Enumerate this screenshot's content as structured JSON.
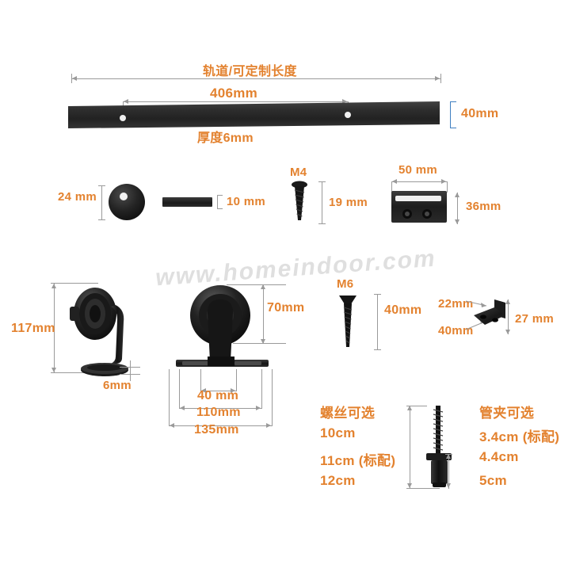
{
  "diagram": {
    "watermark": "www.homeindoor.com",
    "accent_color": "#e3822f",
    "dim_line_color": "#9a9a9a",
    "blue_line_color": "#3f7fc1",
    "hardware_color": "#191919"
  },
  "rail": {
    "title": "轨道/可定制长度",
    "hole_spacing": "406mm",
    "thickness": "厚度6mm",
    "height": "40mm"
  },
  "row2": {
    "cap_diameter": "24 mm",
    "spacer_length": "10 mm",
    "screw_m4_label": "M4",
    "screw_m4_length": "19 mm",
    "stopper_width": "50 mm",
    "stopper_height": "36mm"
  },
  "roller": {
    "height": "117mm",
    "plate_thickness": "6mm"
  },
  "hanger": {
    "wheel_height": "70mm",
    "hole_spacing": "40 mm",
    "plate_inner": "110mm",
    "plate_total": "135mm"
  },
  "screw_m6": {
    "label": "M6",
    "length": "40mm"
  },
  "floor_guide": {
    "width": "22mm",
    "length": "40mm",
    "height": "27 mm"
  },
  "options": {
    "screw_title": "螺丝可选",
    "screw_items": [
      "10cm",
      "11cm (标配)",
      "12cm"
    ],
    "clamp_title": "管夹可选",
    "clamp_items": [
      "3.4cm (标配)",
      "4.4cm",
      "5cm"
    ]
  }
}
